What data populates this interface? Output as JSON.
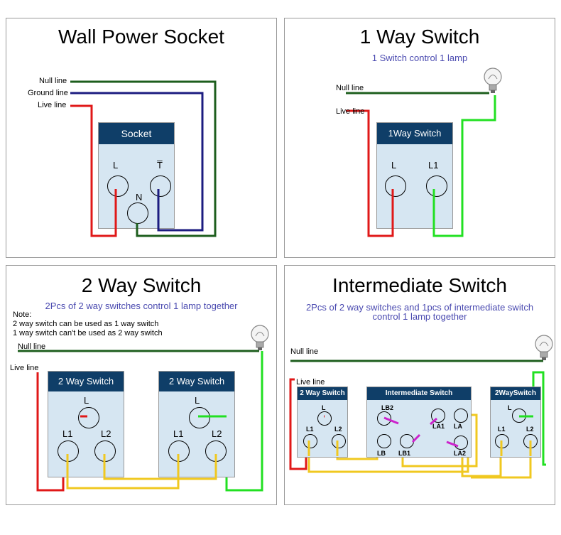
{
  "panels": {
    "socket": {
      "title": "Wall Power Socket",
      "labels": {
        "null": "Null line",
        "ground": "Ground line",
        "live": "Live line"
      },
      "box_title": "Socket",
      "terms": {
        "l": "L",
        "t": "T̅",
        "n": "N"
      }
    },
    "oneway": {
      "title": "1 Way Switch",
      "subtitle": "1 Switch control 1 lamp",
      "labels": {
        "null": "Null line",
        "live": "Live line"
      },
      "box_title": "1Way Switch",
      "terms": {
        "l": "L",
        "l1": "L1"
      }
    },
    "twoway": {
      "title": "2 Way Switch",
      "subtitle": "2Pcs of 2 way switches control 1 lamp together",
      "note": "Note:\n2 way switch can be used as 1 way switch\n1 way switch can't be used as 2 way switch",
      "labels": {
        "null": "Null line",
        "live": "Live line"
      },
      "box_title": "2 Way Switch",
      "terms": {
        "l": "L",
        "l1": "L1",
        "l2": "L2"
      }
    },
    "inter": {
      "title": "Intermediate Switch",
      "subtitle_line1": "2Pcs of 2 way switches and 1pcs of intermediate switch",
      "subtitle_line2": "control 1 lamp together",
      "labels": {
        "null": "Null line",
        "live": "Live line"
      },
      "box_title_2way": "2 Way Switch",
      "box_title_2way_right": "2WaySwitch",
      "box_title_mid": "Intermediate Switch",
      "terms": {
        "l": "L",
        "l1": "L1",
        "l2": "L2",
        "lb2": "LB2",
        "la1": "LA1",
        "la": "LA",
        "lb": "LB",
        "lb1": "LB1",
        "la2": "LA2"
      }
    }
  },
  "colors": {
    "null_wire": "#1d5e1d",
    "ground_wire": "#1c1c80",
    "live_wire": "#e01818",
    "lamp_wire": "#22e022",
    "traveler_wire": "#f0c820",
    "cross_wire": "#cc22cc",
    "box_header": "#0f3e68",
    "box_fill": "#d6e6f2",
    "subtitle": "#4a4ab0"
  }
}
